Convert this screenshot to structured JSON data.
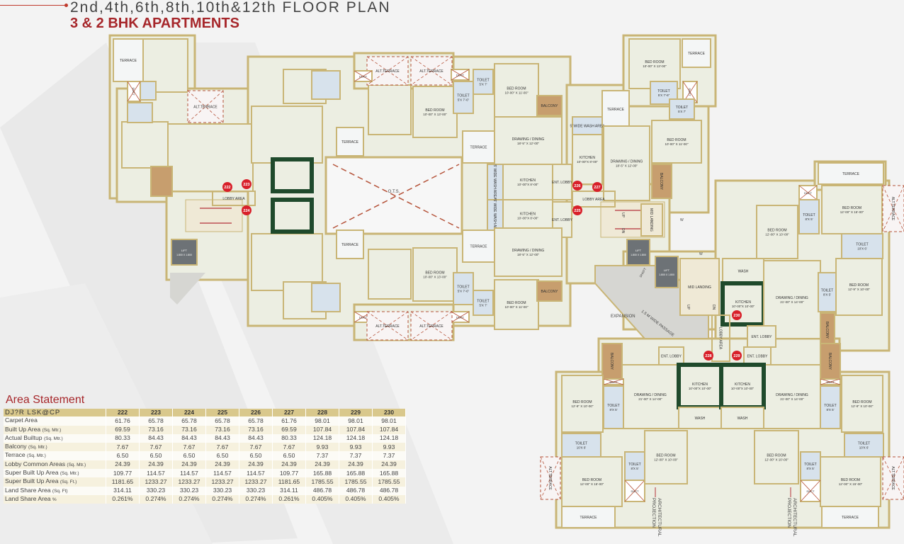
{
  "header": {
    "title": "2nd,4th,6th,8th,10th&12th  FLOOR  PLAN",
    "subtitle": "3 & 2 BHK APARTMENTS"
  },
  "colors": {
    "accent": "#a6262a",
    "wall": "#c9b576",
    "floor": "#eceee2",
    "toilet": "#d7e2ec",
    "balcony": "#c79e6e",
    "lobby": "#d6d6d2",
    "kitchen": "#1f4a2c",
    "unit_badge": "#d8202a"
  },
  "plan": {
    "rooms": [
      {
        "name": "TERRACE",
        "size": ""
      },
      {
        "name": "DUCT",
        "size": ""
      },
      {
        "name": "ALT.TERRACE",
        "size": ""
      },
      {
        "name": "LOBBY AREA",
        "size": ""
      },
      {
        "name": "LIFT",
        "size": "1.800 X 1.800"
      },
      {
        "name": "TERRACE",
        "size": ""
      },
      {
        "name": "TERRACE",
        "size": ""
      },
      {
        "name": "ALT.TERRACE",
        "size": ""
      },
      {
        "name": "ALT.TERRACE",
        "size": ""
      },
      {
        "name": "DUCT",
        "size": ""
      },
      {
        "name": "BED ROOM",
        "size": "10'-00\" X 13'-00\""
      },
      {
        "name": "DUCT",
        "size": ""
      },
      {
        "name": "TOILET",
        "size": "5'X 7'-6\""
      },
      {
        "name": "TOILET",
        "size": "5'X 7'"
      },
      {
        "name": "BED ROOM",
        "size": "10'-00\" X 11'-00\""
      },
      {
        "name": "BALCONY",
        "size": ""
      },
      {
        "name": "TERRACE",
        "size": ""
      },
      {
        "name": "DRAWING / DINING",
        "size": "18'-5\" X 12'-00\""
      },
      {
        "name": "5' WIDE WASH AREA",
        "size": ""
      },
      {
        "name": "KITCHEN",
        "size": "10'-00\"X 8'-00\""
      },
      {
        "name": "ENT. LOBBY",
        "size": ""
      },
      {
        "name": "5' WIDE WASH AREA",
        "size": ""
      },
      {
        "name": "KITCHEN",
        "size": "10'-00\"X 8'-00\""
      },
      {
        "name": "ENT. LOBBY",
        "size": ""
      },
      {
        "name": "DRAWING / DINING",
        "size": "18'-5\" X 12'-00\""
      },
      {
        "name": "TERRACE",
        "size": ""
      },
      {
        "name": "BED ROOM",
        "size": "10'-00\" X 13'-00\""
      },
      {
        "name": "TOILET",
        "size": "5'X 7'-6\""
      },
      {
        "name": "TOILET",
        "size": "5'X 7'"
      },
      {
        "name": "DUCT",
        "size": ""
      },
      {
        "name": "DUCT",
        "size": ""
      },
      {
        "name": "BED ROOM",
        "size": "10'-00\" X 11'-00\""
      },
      {
        "name": "BALCONY",
        "size": ""
      },
      {
        "name": "ALT.TERRACE",
        "size": ""
      },
      {
        "name": "ALT.TERRACE",
        "size": ""
      },
      {
        "name": "BED ROOM",
        "size": "10'-00\" X 13'-00\""
      },
      {
        "name": "TERRACE",
        "size": ""
      },
      {
        "name": "TOILET",
        "size": "5'X 7'-6\""
      },
      {
        "name": "DUCT",
        "size": ""
      },
      {
        "name": "TOILET",
        "size": "5'X 7'"
      },
      {
        "name": "TERRACE",
        "size": ""
      },
      {
        "name": "5' WIDE WASH AREA",
        "size": ""
      },
      {
        "name": "KITCHEN",
        "size": "10'-00\"X 8'-00\""
      },
      {
        "name": "DRAWING / DINING",
        "size": "18'-5\" X 12'-00\""
      },
      {
        "name": "BED ROOM",
        "size": "10'-00\" X 11'-00\""
      },
      {
        "name": "BALCONY",
        "size": ""
      },
      {
        "name": "LOBBY AREA",
        "size": ""
      },
      {
        "name": "MID LANDING",
        "size": ""
      },
      {
        "name": "LIFT",
        "size": "1.800 X 1.800"
      },
      {
        "name": "LIFT",
        "size": "1.800 X 1.800"
      },
      {
        "name": "MID LANDING",
        "size": ""
      },
      {
        "name": "WASH",
        "size": ""
      },
      {
        "name": "KITCHEN",
        "size": "10'-00\"X 10'-00\""
      },
      {
        "name": "DRAWING / DINING",
        "size": "21'-00\" X 14'-00\""
      },
      {
        "name": "ENT. LOBBY",
        "size": ""
      },
      {
        "name": "BED ROOM",
        "size": "12'-00\" X 10'-00\""
      },
      {
        "name": "DUCT",
        "size": ""
      },
      {
        "name": "TOILET",
        "size": "8'X 5'"
      },
      {
        "name": "TERRACE",
        "size": ""
      },
      {
        "name": "BED ROOM",
        "size": "12'-00\" X 15'-00\""
      },
      {
        "name": "ALT.TERRACE",
        "size": ""
      },
      {
        "name": "TOILET",
        "size": "10'X 6'"
      },
      {
        "name": "TOILET",
        "size": "8'X 5'"
      },
      {
        "name": "BED ROOM",
        "size": "12'-9\" X 10'-00\""
      },
      {
        "name": "BALCONY",
        "size": ""
      },
      {
        "name": "LOBBY AREA",
        "size": ""
      },
      {
        "name": "BALCONY",
        "size": ""
      },
      {
        "name": "ENT. LOBBY",
        "size": ""
      },
      {
        "name": "DRAWING / DINING",
        "size": "21'-00\" X 14'-00\""
      },
      {
        "name": "KITCHEN",
        "size": "10'-00\"X 10'-00\""
      },
      {
        "name": "WASH",
        "size": ""
      },
      {
        "name": "DUCT",
        "size": ""
      },
      {
        "name": "TOILET",
        "size": "8'X 5'"
      },
      {
        "name": "BED ROOM",
        "size": "12'-9\" X 10'-00\""
      },
      {
        "name": "TOILET",
        "size": "10'X 6'"
      },
      {
        "name": "BED ROOM",
        "size": "12'-00\" X 15'-00\""
      },
      {
        "name": "TERRACE",
        "size": ""
      },
      {
        "name": "ALT.TERRACE",
        "size": ""
      },
      {
        "name": "TOILET",
        "size": "8'X 5'"
      },
      {
        "name": "DUCT",
        "size": ""
      },
      {
        "name": "BED ROOM",
        "size": "12'-00\" X 10'-00\""
      },
      {
        "name": "ENT. LOBBY",
        "size": ""
      },
      {
        "name": "DRAWING / DINING",
        "size": "21'-00\" X 14'-00\""
      },
      {
        "name": "KITCHEN",
        "size": "10'-00\"X 10'-00\""
      },
      {
        "name": "WASH",
        "size": ""
      },
      {
        "name": "BALCONY",
        "size": ""
      },
      {
        "name": "DUCT",
        "size": ""
      },
      {
        "name": "TOILET",
        "size": "8'X 5'"
      },
      {
        "name": "BED ROOM",
        "size": "12'-9\" X 10'-00\""
      },
      {
        "name": "TOILET",
        "size": "10'X 6'"
      },
      {
        "name": "BED ROOM",
        "size": "12'-00\" X 15'-00\""
      },
      {
        "name": "TERRACE",
        "size": ""
      },
      {
        "name": "ALT.TERRACE",
        "size": ""
      },
      {
        "name": "TOILET",
        "size": "8'X 5'"
      },
      {
        "name": "DUCT",
        "size": ""
      },
      {
        "name": "BED ROOM",
        "size": "12'-00\" X 10'-00\""
      }
    ],
    "unit_numbers": [
      "222",
      "223",
      "224",
      "225",
      "226",
      "227",
      "228",
      "229",
      "230"
    ],
    "annotations": {
      "ots": "O.T.S.",
      "expansion": "EXPANSION",
      "passage": "1.5 M WIDE PASSAGE",
      "shaft": "SHAFT",
      "up": "UP",
      "dn": "DN",
      "w": "W",
      "arch_projection_1": "ARCHITECTURAL PROJECTION",
      "arch_projection_2": "ARCHITECTURAL PROJECTION"
    }
  },
  "area_statement": {
    "title": "Area Statement",
    "header_label": "DJ?R LSK@CP",
    "columns": [
      "222",
      "223",
      "224",
      "225",
      "226",
      "227",
      "228",
      "229",
      "230"
    ],
    "rows": [
      {
        "label": "Carpet Area",
        "unit": "",
        "values": [
          "61.76",
          "65.78",
          "65.78",
          "65.78",
          "65.78",
          "61.76",
          "98.01",
          "98.01",
          "98.01"
        ]
      },
      {
        "label": "Built Up Area",
        "unit": "(Sq. Mtr.)",
        "values": [
          "69.59",
          "73.16",
          "73.16",
          "73.16",
          "73.16",
          "69.59",
          "107.84",
          "107.84",
          "107.84"
        ]
      },
      {
        "label": "Actual Builtup",
        "unit": "(Sq. Mtr.)",
        "values": [
          "80.33",
          "84.43",
          "84.43",
          "84.43",
          "84.43",
          "80.33",
          "124.18",
          "124.18",
          "124.18"
        ]
      },
      {
        "label": "Balcony",
        "unit": "(Sq. Mtr.)",
        "values": [
          "7.67",
          "7.67",
          "7.67",
          "7.67",
          "7.67",
          "7.67",
          "9.93",
          "9.93",
          "9.93"
        ]
      },
      {
        "label": "Terrace",
        "unit": "(Sq. Mtr.)",
        "values": [
          "6.50",
          "6.50",
          "6.50",
          "6.50",
          "6.50",
          "6.50",
          "7.37",
          "7.37",
          "7.37"
        ]
      },
      {
        "label": "Lobby Common Areas",
        "unit": "(Sq. Mtr.)",
        "values": [
          "24.39",
          "24.39",
          "24.39",
          "24.39",
          "24.39",
          "24.39",
          "24.39",
          "24.39",
          "24.39"
        ]
      },
      {
        "label": "Super Built Up Area",
        "unit": "(Sq. Mtr.)",
        "values": [
          "109.77",
          "114.57",
          "114.57",
          "114.57",
          "114.57",
          "109.77",
          "165.88",
          "165.88",
          "165.88"
        ]
      },
      {
        "label": "Super Built Up Area",
        "unit": "(Sq. Ft.)",
        "values": [
          "1181.65",
          "1233.27",
          "1233.27",
          "1233.27",
          "1233.27",
          "1181.65",
          "1785.55",
          "1785.55",
          "1785.55"
        ]
      },
      {
        "label": "Land Share Area",
        "unit": "(Sq. Ft)",
        "values": [
          "314.11",
          "330.23",
          "330.23",
          "330.23",
          "330.23",
          "314.11",
          "486.78",
          "486.78",
          "486.78"
        ]
      },
      {
        "label": "Land Share Area",
        "unit": "%",
        "values": [
          "0.261%",
          "0.274%",
          "0.274%",
          "0.274%",
          "0.274%",
          "0.261%",
          "0.405%",
          "0.405%",
          "0.405%"
        ]
      }
    ]
  }
}
